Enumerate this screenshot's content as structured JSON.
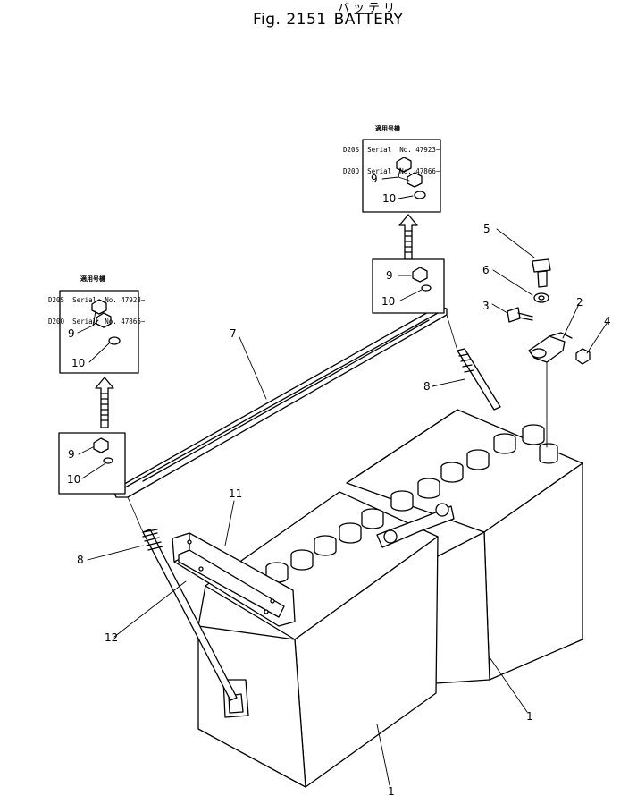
{
  "header": {
    "title_kana": "バッテリ",
    "fig_label": "Fig. 2151",
    "fig_name": "BATTERY"
  },
  "serial_notes": {
    "left": {
      "heading": "適用号機",
      "line1": "D20S  Serial  No. 47923~",
      "line2": "D20Q  Serial  No. 47866~"
    },
    "right": {
      "heading": "適用号機",
      "line1": "D20S  Serial  No. 47923~",
      "line2": "D20Q  Serial  No. 47866~"
    }
  },
  "callouts": {
    "battery_a": "1",
    "battery_b": "1",
    "terminal_clamp": "2",
    "clamp_bolt": "3",
    "clamp_nut": "4",
    "terminal_bolt": "5",
    "washer": "6",
    "hold_down_bar": "7",
    "rod_left": "8",
    "rod_right": "8",
    "nut_top_left": "9",
    "washer_top_left": "10",
    "nut_lower_left": "9",
    "washer_lower_left": "10",
    "nut_top_right": "9",
    "washer_top_right": "10",
    "nut_lower_right": "9",
    "washer_lower_right": "10",
    "bracket": "11",
    "bracket_plate": "12"
  }
}
